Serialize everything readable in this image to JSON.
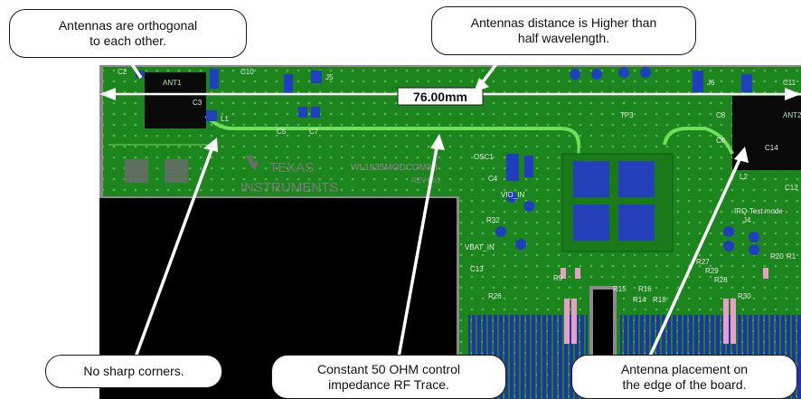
{
  "callouts": {
    "orthogonal": [
      "Antennas are orthogonal",
      "to each other."
    ],
    "distance": [
      "Antennas distance is Higher than",
      "half wavelength."
    ],
    "corners": [
      "No sharp corners."
    ],
    "impedance": [
      "Constant 50 OHM control",
      "impedance RF Trace."
    ],
    "placement": [
      "Antenna placement on",
      "the edge of the board."
    ]
  },
  "dimension": {
    "label": "76.00mm"
  },
  "board": {
    "logo_line1": "TEXAS",
    "logo_line2": "INSTRUMENTS",
    "part_number": "WL1835MODCOM8B",
    "revision": "REV-001",
    "designators": {
      "ant1": "ANT1",
      "ant2": "ANT2",
      "c2": "C2",
      "c3": "C3",
      "c10": "C10",
      "c11": "C11",
      "c14": "C14",
      "j5": "J5",
      "j6": "J6",
      "l1": "L1",
      "c5": "C5",
      "c7": "C7",
      "osc1": "OSC1",
      "c4": "C4",
      "r32": "R32",
      "vio_in": "VIO_IN",
      "vbat_in": "VBAT_IN",
      "tp3": "TP3",
      "j4": "J4",
      "r15": "R15",
      "r16": "R16",
      "r14": "R14",
      "r18": "R18",
      "r27": "R27",
      "r29": "R29",
      "r28": "R28",
      "r20": "R20",
      "r30": "R30",
      "r26": "R26",
      "r9": "R9",
      "c6": "C6",
      "c8": "C8",
      "l2": "L2",
      "c12": "C12",
      "r1": "R1",
      "c13": "C13",
      "irq": "IRQ-Test mode"
    }
  },
  "colors": {
    "pcb_green": "#1f8a1f",
    "trace_green": "#5cc24a",
    "pad_blue": "#1f3fbf",
    "finger_pink": "#e6a0c8"
  }
}
